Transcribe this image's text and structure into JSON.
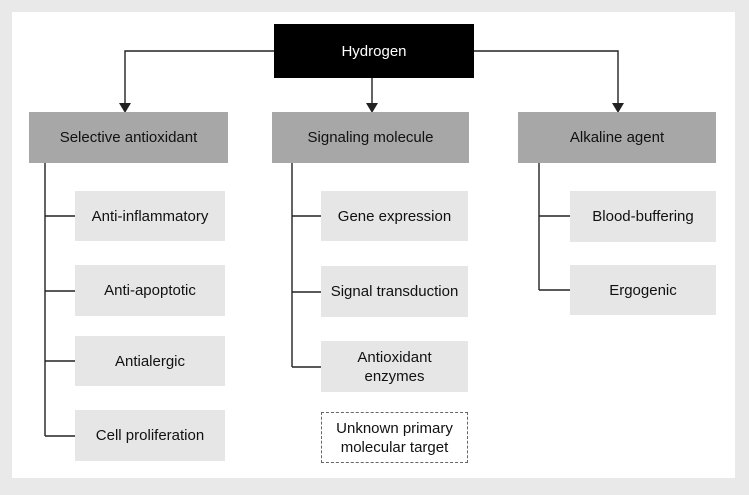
{
  "root": {
    "label": "Hydrogen"
  },
  "categories": [
    {
      "label": "Selective antioxidant",
      "items": [
        "Anti-inflammatory",
        "Anti-apoptotic",
        "Antialergic",
        "Cell proliferation"
      ]
    },
    {
      "label": "Signaling molecule",
      "items": [
        "Gene expression",
        "Signal transduction",
        "Antioxidant\nenzymes"
      ],
      "unknown": "Unknown primary\nmolecular target"
    },
    {
      "label": "Alkaline agent",
      "items": [
        "Blood-buffering",
        "Ergogenic"
      ]
    }
  ]
}
